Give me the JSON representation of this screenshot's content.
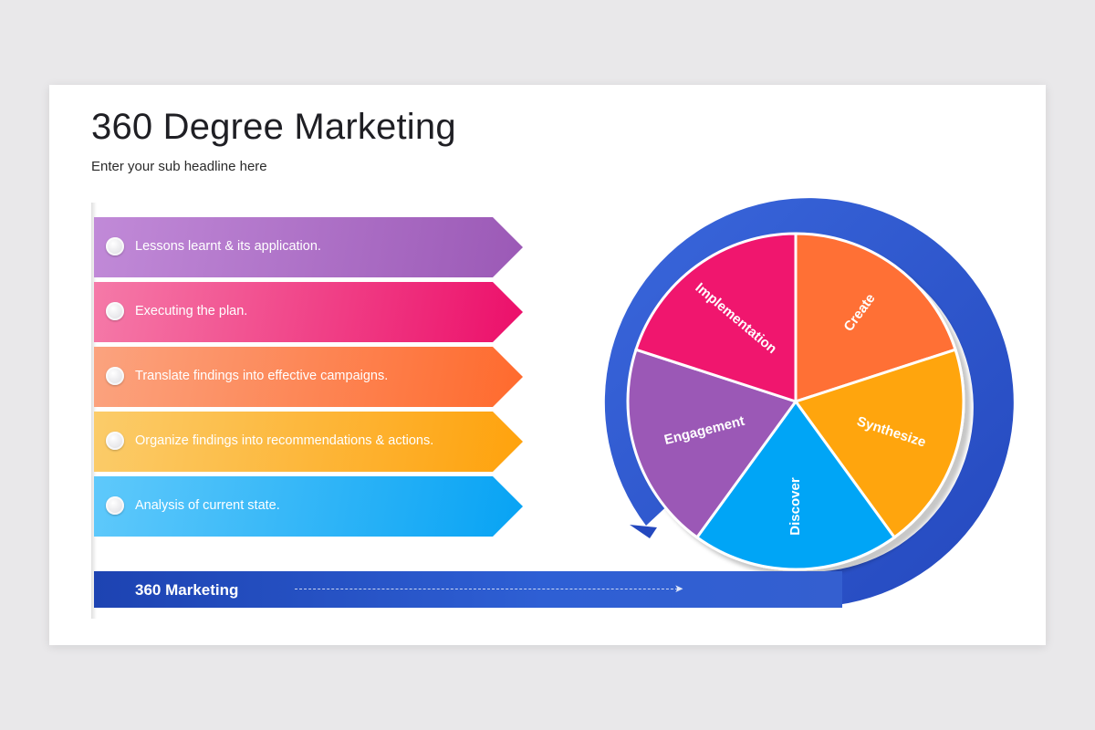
{
  "header": {
    "title": "360 Degree Marketing",
    "subtitle": "Enter your sub headline here"
  },
  "steps": [
    {
      "label": "Lessons  learnt & its application.",
      "color_from": "#c18ad8",
      "color_to": "#9b59b6"
    },
    {
      "label": "Executing  the plan.",
      "color_from": "#f57aa8",
      "color_to": "#ec0f6a"
    },
    {
      "label": "Translate findings into effective campaigns.",
      "color_from": "#fba37f",
      "color_to": "#ff6a2d"
    },
    {
      "label": "Organize findings into recommendations  & actions.",
      "color_from": "#fbcc6a",
      "color_to": "#ffa20c"
    },
    {
      "label": "Analysis of current state.",
      "color_from": "#5fc9fb",
      "color_to": "#07a3f4"
    }
  ],
  "bottom_bar": {
    "label": "360 Marketing",
    "color": "#2a52c8"
  },
  "wheel": {
    "ring_color": "#2f5bd6",
    "segments": [
      {
        "label": "Create",
        "color": "#ff6f36"
      },
      {
        "label": "Synthesize",
        "color": "#ffa510"
      },
      {
        "label": "Discover",
        "color": "#05a5f6"
      },
      {
        "label": "Engagement",
        "color": "#9b59b6"
      },
      {
        "label": "Implementation",
        "color": "#f0166e"
      }
    ]
  }
}
